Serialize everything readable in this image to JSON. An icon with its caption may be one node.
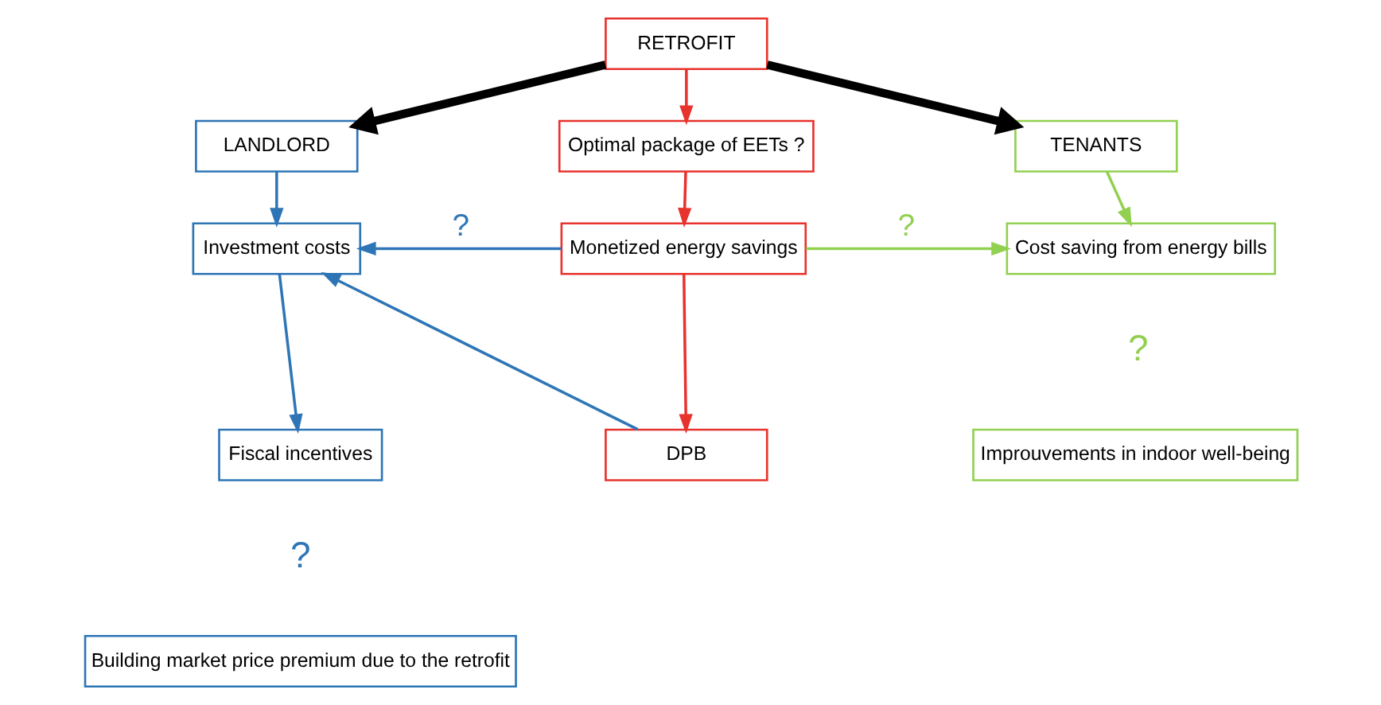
{
  "diagram": {
    "nodes": [
      {
        "text": [
          "RETROFIT"
        ]
      },
      {
        "text": [
          "Optimal package of EETs ?"
        ]
      },
      {
        "text": [
          "Monetized energy savings"
        ]
      },
      {
        "text": [
          "DPB"
        ]
      },
      {
        "text": [
          "LANDLORD"
        ]
      },
      {
        "text": [
          "Investment costs"
        ]
      },
      {
        "text": [
          "Fiscal incentives"
        ]
      },
      {
        "text": [
          "Building market price premium due to the retrofit"
        ]
      },
      {
        "text": [
          "TENANTS"
        ]
      },
      {
        "text": [
          "Cost saving from energy bills"
        ]
      },
      {
        "text": [
          "Improuvements in indoor well-being"
        ]
      }
    ],
    "edges": [
      {
        "from": 0,
        "to": 4,
        "arrow": "to",
        "style": "thick",
        "color": "#000000"
      },
      {
        "from": 0,
        "to": 8,
        "arrow": "to",
        "style": "thick",
        "color": "#000000"
      },
      {
        "from": 0,
        "to": 1,
        "arrow": "to",
        "color": "#e8322d"
      },
      {
        "from": 1,
        "to": 2,
        "arrow": "to",
        "color": "#e8322d"
      },
      {
        "from": 2,
        "to": 3,
        "arrow": "to",
        "color": "#e8322d"
      },
      {
        "from": 4,
        "to": 5,
        "arrow": "to",
        "color": "#2e75b6"
      },
      {
        "from": 5,
        "to": 6,
        "arrow": "to",
        "color": "#2e75b6"
      },
      {
        "from": 2,
        "to": 5,
        "arrow": "to",
        "label": "?",
        "color": "#2e75b6"
      },
      {
        "from": 3,
        "to": 5,
        "arrow": "to",
        "color": "#2e75b6"
      },
      {
        "from": 8,
        "to": 9,
        "arrow": "to",
        "color": "#92d050"
      },
      {
        "from": 2,
        "to": 9,
        "arrow": "to",
        "label": "?",
        "color": "#92d050"
      }
    ],
    "labels": [
      "?",
      "?"
    ]
  }
}
